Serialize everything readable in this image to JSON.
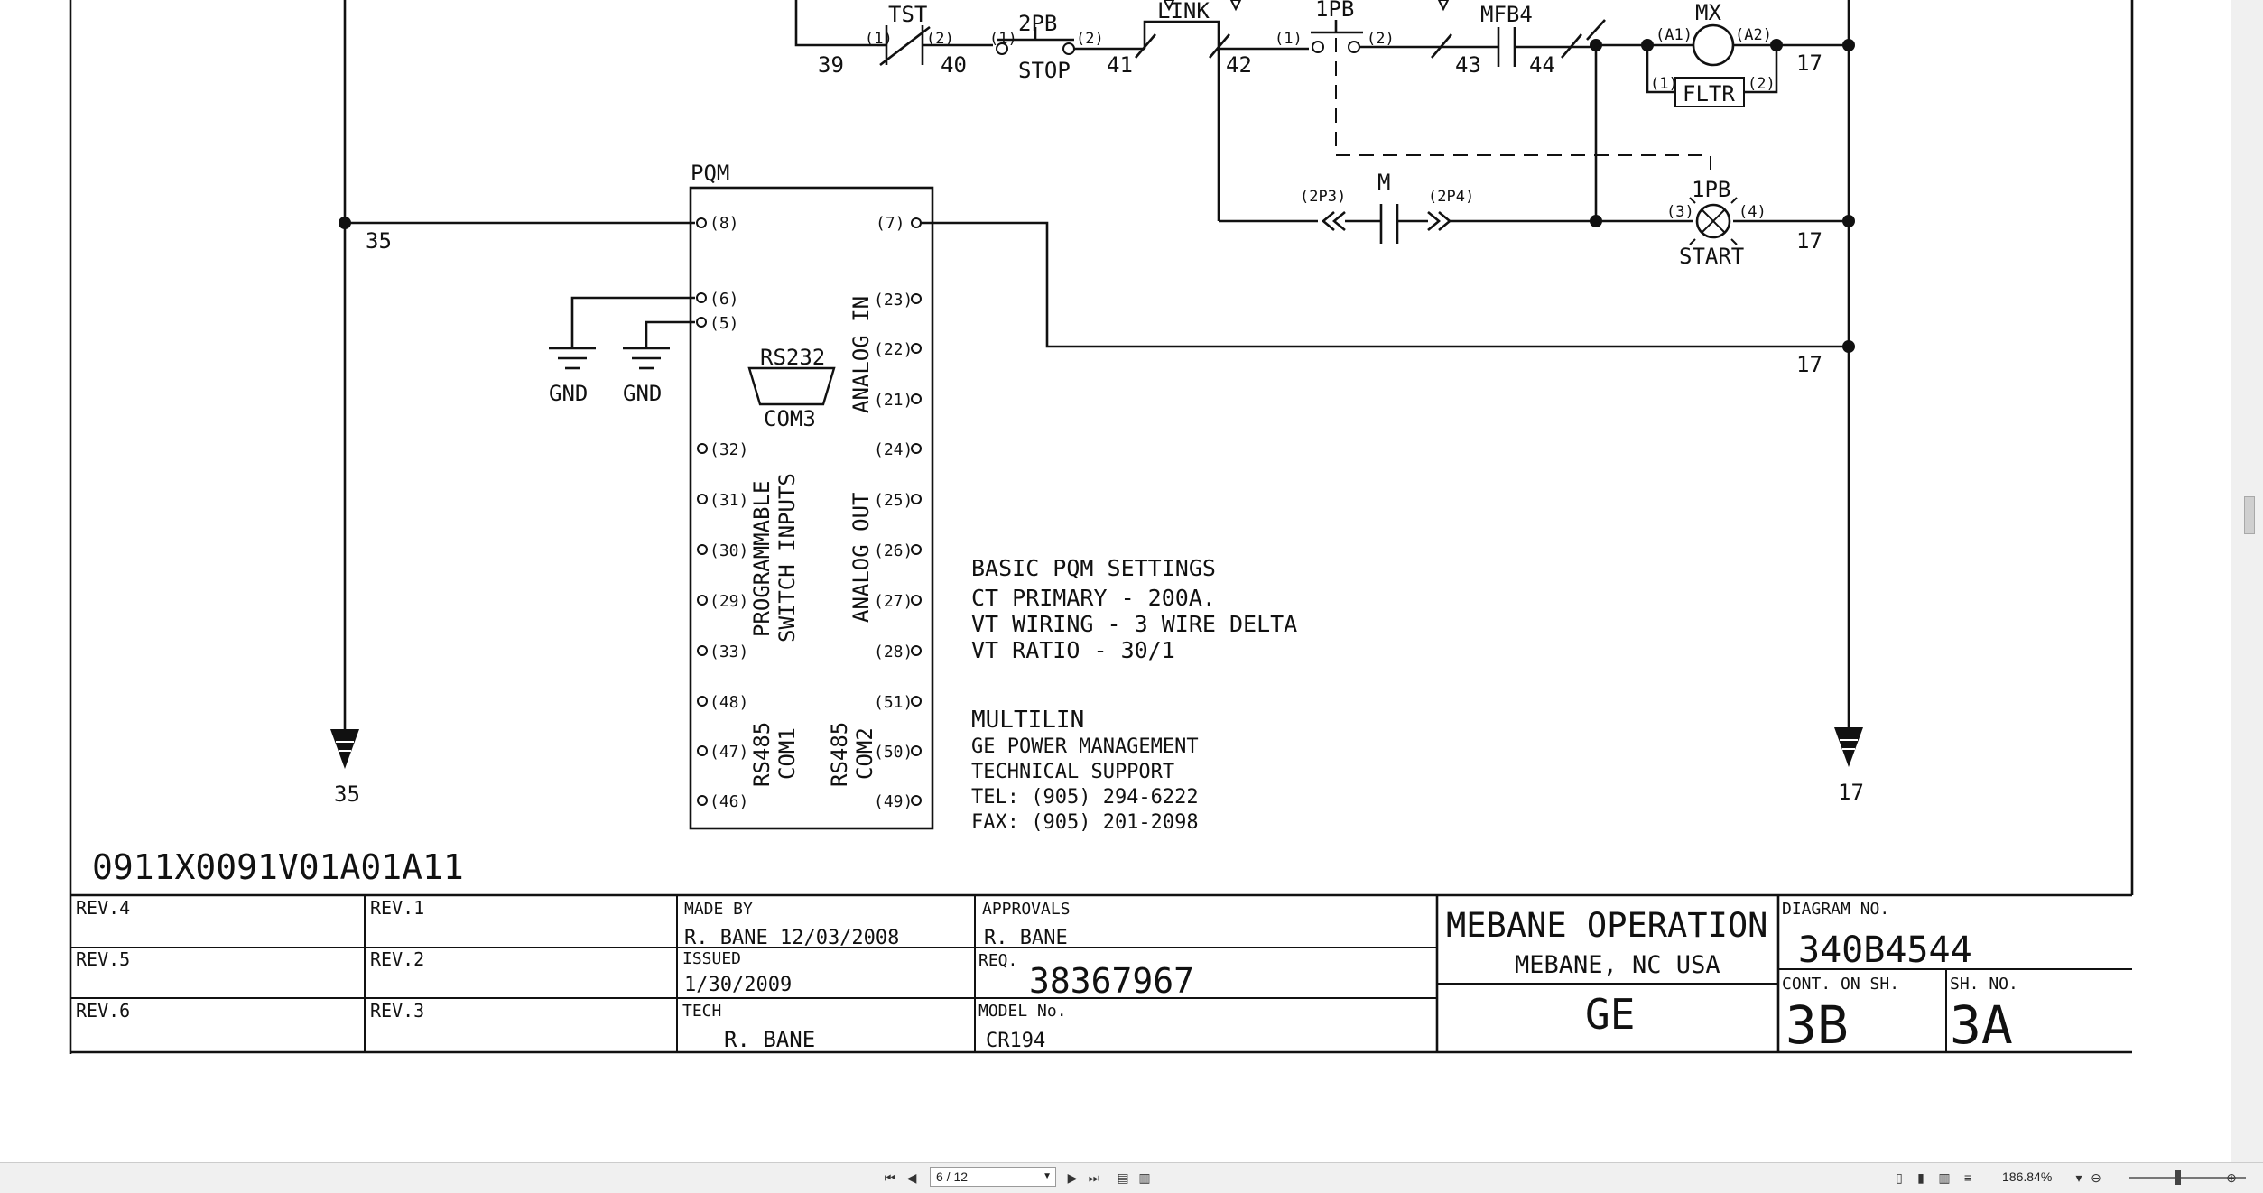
{
  "drawing": {
    "nodes": {
      "n35": "35",
      "n17": "17",
      "n39": "39",
      "n40": "40",
      "n41": "41",
      "n42": "42",
      "n43": "43",
      "n44": "44"
    },
    "components": {
      "tst": "TST",
      "pb2": "2PB",
      "stop": "STOP",
      "link": "LINK",
      "pb1": "1PB",
      "mfb4": "MFB4",
      "mx": "MX",
      "fltr": "FLTR",
      "m": "M",
      "start": "START",
      "pqm": "PQM",
      "rs232": "RS232",
      "com3": "COM3",
      "gnd": "GND"
    },
    "pins": {
      "p1": "(1)",
      "p2": "(2)",
      "a1": "(A1)",
      "a2": "(A2)",
      "p3": "(3)",
      "p4": "(4)",
      "p2p3": "(2P3)",
      "p2p4": "(2P4)"
    },
    "pqm_terminals": {
      "t8": "(8)",
      "t7": "(7)",
      "t6": "(6)",
      "t5": "(5)",
      "t23": "(23)",
      "t22": "(22)",
      "t21": "(21)",
      "t24": "(24)",
      "t25": "(25)",
      "t26": "(26)",
      "t27": "(27)",
      "t28": "(28)",
      "t51": "(51)",
      "t50": "(50)",
      "t49": "(49)",
      "t32": "(32)",
      "t31": "(31)",
      "t30": "(30)",
      "t29": "(29)",
      "t33": "(33)",
      "t48": "(48)",
      "t47": "(47)",
      "t46": "(46)"
    },
    "pqm_labels": {
      "analog_in": "ANALOG IN",
      "analog_out": "ANALOG OUT",
      "prog_1": "PROGRAMMABLE",
      "prog_2": "SWITCH INPUTS",
      "rs485": "RS485",
      "com1": "COM1",
      "com2": "COM2"
    },
    "settings": {
      "title": "BASIC PQM SETTINGS",
      "ct": "CT PRIMARY - 200A.",
      "vt_wiring": "VT WIRING -  3 WIRE DELTA",
      "vt_ratio": "VT RATIO -   30/1"
    },
    "support": {
      "title": "MULTILIN",
      "l1": "GE POWER MANAGEMENT",
      "l2": "TECHNICAL SUPPORT",
      "tel": "TEL: (905) 294-6222",
      "fax": "FAX: (905) 201-2098"
    },
    "drawing_code": "0911X0091V01A01A11"
  },
  "title_block": {
    "rev4": "REV.4",
    "rev5": "REV.5",
    "rev6": "REV.6",
    "rev1": "REV.1",
    "rev2": "REV.2",
    "rev3": "REV.3",
    "made_by_label": "MADE BY",
    "made_by": "R. BANE 12/03/2008",
    "issued_label": "ISSUED",
    "issued": "1/30/2009",
    "tech_label": "TECH",
    "tech": "R. BANE",
    "approvals_label": "APPROVALS",
    "approvals": "R. BANE",
    "req_label": "REQ.",
    "req": "38367967",
    "model_label": "MODEL No.",
    "model": "CR194",
    "company_1": "MEBANE OPERATION",
    "company_2": "MEBANE, NC USA",
    "company_3": "GE",
    "diagram_label": "DIAGRAM NO.",
    "diagram": "340B4544",
    "cont_label": "CONT. ON SH.",
    "cont": "3B",
    "sheet_label": "SH. NO.",
    "sheet": "3A"
  },
  "viewer": {
    "page_indicator": "6 / 12",
    "zoom": "186.84%",
    "icons": {
      "first": "first-page-icon",
      "prev": "prev-page-icon",
      "next": "next-page-icon",
      "last": "last-page-icon",
      "zoom_in": "zoom-in-icon",
      "zoom_out": "zoom-out-icon"
    }
  }
}
